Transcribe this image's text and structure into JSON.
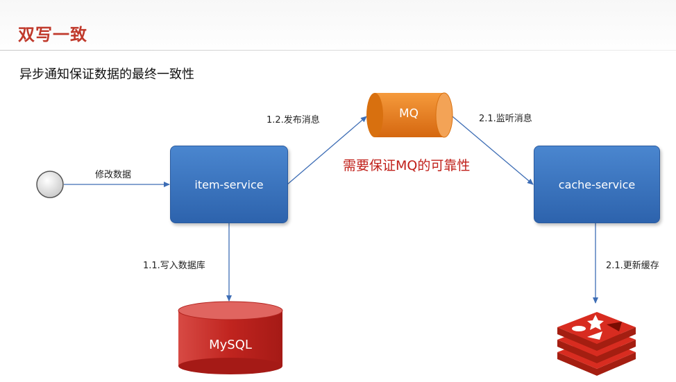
{
  "slide": {
    "title": "双写一致",
    "subtitle": "异步通知保证数据的最终一致性"
  },
  "nodes": {
    "item_service": "item-service",
    "cache_service": "cache-service",
    "mq": "MQ",
    "mysql": "MySQL"
  },
  "edges": {
    "modify_data": "修改数据",
    "publish_message": "1.2.发布消息",
    "listen_message": "2.1.监听消息",
    "write_db": "1.1.写入数据库",
    "update_cache": "2.1.更新缓存"
  },
  "note": "需要保证MQ的可靠性",
  "colors": {
    "title": "#c0392b",
    "service_blue": "#3a74c0",
    "mq_orange": "#e07a1f",
    "mysql_red": "#c62828",
    "arrow_blue": "#3d6db5",
    "note_red": "#c0201a"
  }
}
